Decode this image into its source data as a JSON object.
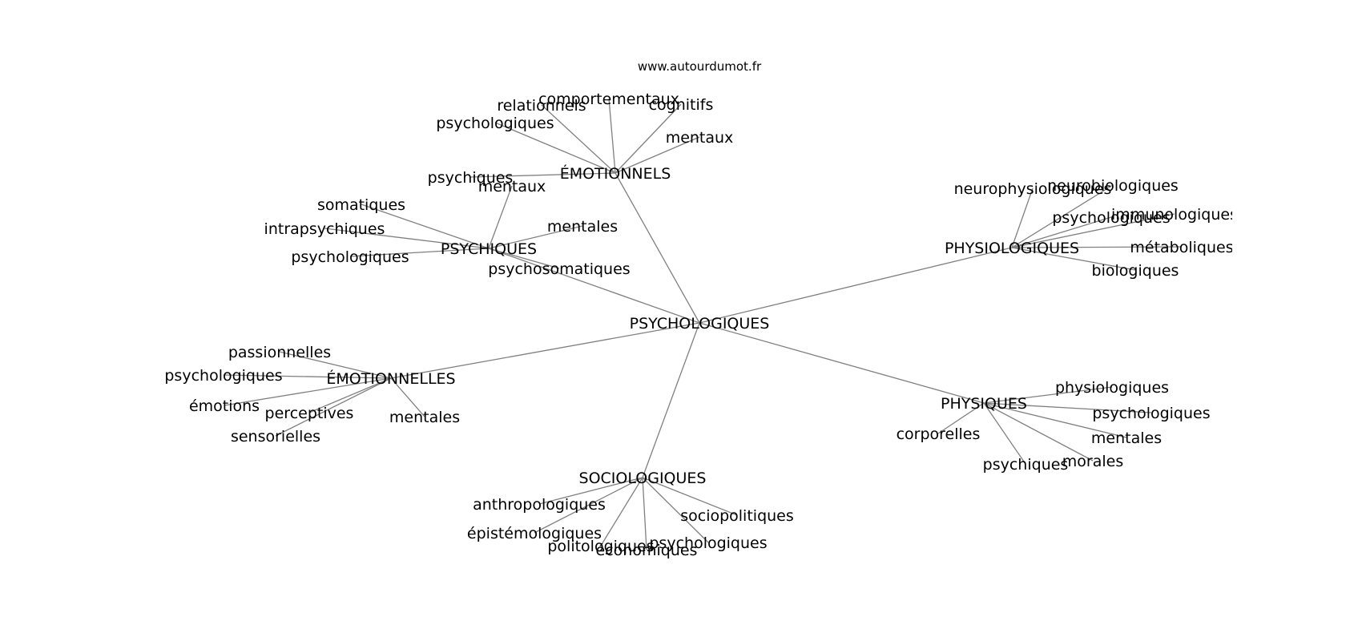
{
  "source": "www.autourdumot.fr",
  "graph": {
    "center": {
      "id": "c",
      "label": "PSYCHOLOGIQUES"
    },
    "hubs": [
      {
        "id": "h1",
        "label": "ÉMOTIONNELS",
        "children": [
          {
            "id": "h1a",
            "label": "psychologiques"
          },
          {
            "id": "h1b",
            "label": "relationnels"
          },
          {
            "id": "h1c",
            "label": "comportementaux"
          },
          {
            "id": "h1d",
            "label": "cognitifs"
          },
          {
            "id": "h1e",
            "label": "mentaux"
          },
          {
            "id": "h1f",
            "label": "psychiques"
          }
        ]
      },
      {
        "id": "h2",
        "label": "PSYCHIQUES",
        "children": [
          {
            "id": "h2a",
            "label": "somatiques"
          },
          {
            "id": "h2b",
            "label": "intrapsychiques"
          },
          {
            "id": "h2c",
            "label": "psychologiques"
          },
          {
            "id": "h2d",
            "label": "mentaux"
          },
          {
            "id": "h2e",
            "label": "mentales"
          },
          {
            "id": "h2f",
            "label": "psychosomatiques"
          }
        ]
      },
      {
        "id": "h3",
        "label": "PHYSIOLOGIQUES",
        "children": [
          {
            "id": "h3a",
            "label": "neurophysiologiques"
          },
          {
            "id": "h3b",
            "label": "neurobiologiques"
          },
          {
            "id": "h3c",
            "label": "psychologiques"
          },
          {
            "id": "h3d",
            "label": "immunologiques"
          },
          {
            "id": "h3e",
            "label": "métaboliques"
          },
          {
            "id": "h3f",
            "label": "biologiques"
          }
        ]
      },
      {
        "id": "h4",
        "label": "ÉMOTIONNELLES",
        "children": [
          {
            "id": "h4a",
            "label": "passionnelles"
          },
          {
            "id": "h4b",
            "label": "psychologiques"
          },
          {
            "id": "h4c",
            "label": "émotions"
          },
          {
            "id": "h4d",
            "label": "perceptives"
          },
          {
            "id": "h4e",
            "label": "sensorielles"
          },
          {
            "id": "h4f",
            "label": "mentales"
          }
        ]
      },
      {
        "id": "h5",
        "label": "PHYSIQUES",
        "children": [
          {
            "id": "h5a",
            "label": "physiologiques"
          },
          {
            "id": "h5b",
            "label": "psychologiques"
          },
          {
            "id": "h5c",
            "label": "mentales"
          },
          {
            "id": "h5d",
            "label": "morales"
          },
          {
            "id": "h5e",
            "label": "psychiques"
          },
          {
            "id": "h5f",
            "label": "corporelles"
          }
        ]
      },
      {
        "id": "h6",
        "label": "SOCIOLOGIQUES",
        "children": [
          {
            "id": "h6a",
            "label": "anthropologiques"
          },
          {
            "id": "h6b",
            "label": "épistémologiques"
          },
          {
            "id": "h6c",
            "label": "politologiques"
          },
          {
            "id": "h6d",
            "label": "économiques"
          },
          {
            "id": "h6e",
            "label": "psychologiques"
          },
          {
            "id": "h6f",
            "label": "sociopolitiques"
          }
        ]
      }
    ]
  }
}
